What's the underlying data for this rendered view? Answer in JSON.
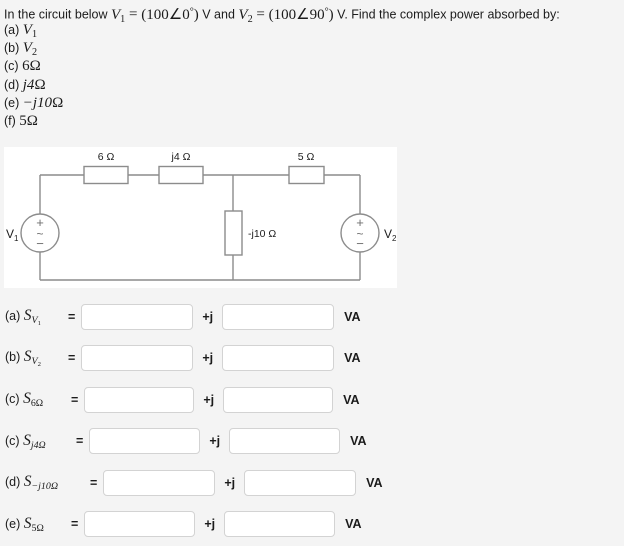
{
  "problem": {
    "lead_in_1": "In the circuit below ",
    "v1_name": "V",
    "v1_sub": "1",
    "eq": " = ",
    "v1_value": "(100∠0°)",
    "unit_v": " V and ",
    "v2_name": "V",
    "v2_sub": "2",
    "v2_value": "(100∠90°)",
    "tail": " V. Find the complex power absorbed by:",
    "full_text": "In the circuit below V1 = (100∠0°) V and V2 = (100∠90°) V. Find the complex power absorbed by:"
  },
  "choices": [
    {
      "tag": "(a)",
      "expr": "V",
      "sub": "1",
      "unit": ""
    },
    {
      "tag": "(b)",
      "expr": "V",
      "sub": "2",
      "unit": ""
    },
    {
      "tag": "(c)",
      "expr": "6",
      "sub": "",
      "unit": "Ω"
    },
    {
      "tag": "(d)",
      "expr": "j4",
      "sub": "",
      "unit": "Ω"
    },
    {
      "tag": "(e)",
      "expr": "−j10",
      "sub": "",
      "unit": "Ω"
    },
    {
      "tag": "(f)",
      "expr": "5",
      "sub": "",
      "unit": "Ω"
    }
  ],
  "circuit": {
    "source_left_label": "V",
    "source_left_sub": "1",
    "source_right_label": "V",
    "source_right_sub": "2",
    "source_plus": "+",
    "source_minus": "−",
    "source_wave": "~",
    "components": [
      {
        "name": "resistor-6-ohm",
        "label": "6 Ω"
      },
      {
        "name": "inductor-j4-ohm",
        "label": "j4 Ω"
      },
      {
        "name": "resistor-5-ohm",
        "label": "5 Ω"
      },
      {
        "name": "capacitor-neg-j10-ohm",
        "label": "-j10 Ω"
      }
    ],
    "wire_color": "#8c8c8c",
    "panel_background": "#ffffff"
  },
  "answers": {
    "plus_j": "+j",
    "equals": "=",
    "unit": "VA",
    "rows": [
      {
        "tag": "(a)",
        "symbol": "S",
        "subscript": "V",
        "subscript_sub": "1",
        "subscript_is_math": true,
        "real_value": "",
        "imag_value": "",
        "real_placeholder": "",
        "imag_placeholder": "",
        "label_width": 58,
        "real_width": 112,
        "imag_width": 112
      },
      {
        "tag": "(b)",
        "symbol": "S",
        "subscript": "V",
        "subscript_sub": "2",
        "subscript_is_math": true,
        "real_value": "",
        "imag_value": "",
        "real_placeholder": "",
        "imag_placeholder": "",
        "label_width": 58,
        "real_width": 112,
        "imag_width": 112
      },
      {
        "tag": "(c)",
        "symbol": "S",
        "subscript": "6Ω",
        "subscript_sub": "",
        "subscript_is_math": false,
        "real_value": "",
        "imag_value": "",
        "real_placeholder": "",
        "imag_placeholder": "",
        "label_width": 61,
        "real_width": 110,
        "imag_width": 110
      },
      {
        "tag": "(c)",
        "symbol": "S",
        "subscript": "j4Ω",
        "subscript_sub": "",
        "subscript_is_math": true,
        "real_value": "",
        "imag_value": "",
        "real_placeholder": "",
        "imag_placeholder": "",
        "label_width": 66,
        "real_width": 111,
        "imag_width": 111
      },
      {
        "tag": "(d)",
        "symbol": "S",
        "subscript": "−j10Ω",
        "subscript_sub": "",
        "subscript_is_math": true,
        "real_value": "",
        "imag_value": "",
        "real_placeholder": "",
        "imag_placeholder": "",
        "label_width": 80,
        "real_width": 112,
        "imag_width": 112
      },
      {
        "tag": "(e)",
        "symbol": "S",
        "subscript": "5Ω",
        "subscript_sub": "",
        "subscript_is_math": false,
        "real_value": "",
        "imag_value": "",
        "real_placeholder": "",
        "imag_placeholder": "",
        "label_width": 61,
        "real_width": 111,
        "imag_width": 111
      }
    ]
  },
  "colors": {
    "page_background": "#f4f4f4",
    "text": "#1b1b1b",
    "input_border": "#d3d3d3",
    "wire": "#8c8c8c"
  }
}
